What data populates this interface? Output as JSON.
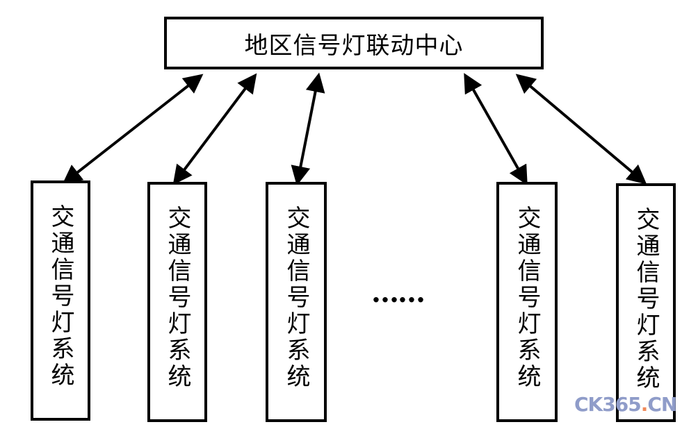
{
  "center": {
    "title": "地区信号灯联动中心"
  },
  "nodes": [
    {
      "label": "交通信号灯系统"
    },
    {
      "label": "交通信号灯系统"
    },
    {
      "label": "交通信号灯系统"
    },
    {
      "label": "交通信号灯系统"
    },
    {
      "label": "交通信号灯系统"
    }
  ],
  "ellipsis": "……",
  "watermark": {
    "part1": "CK365",
    "part2": ".",
    "part3": "CN"
  },
  "colors": {
    "line": "#000000",
    "watermark_blue": "#8f9cc9",
    "watermark_orange": "#f08a5b"
  }
}
